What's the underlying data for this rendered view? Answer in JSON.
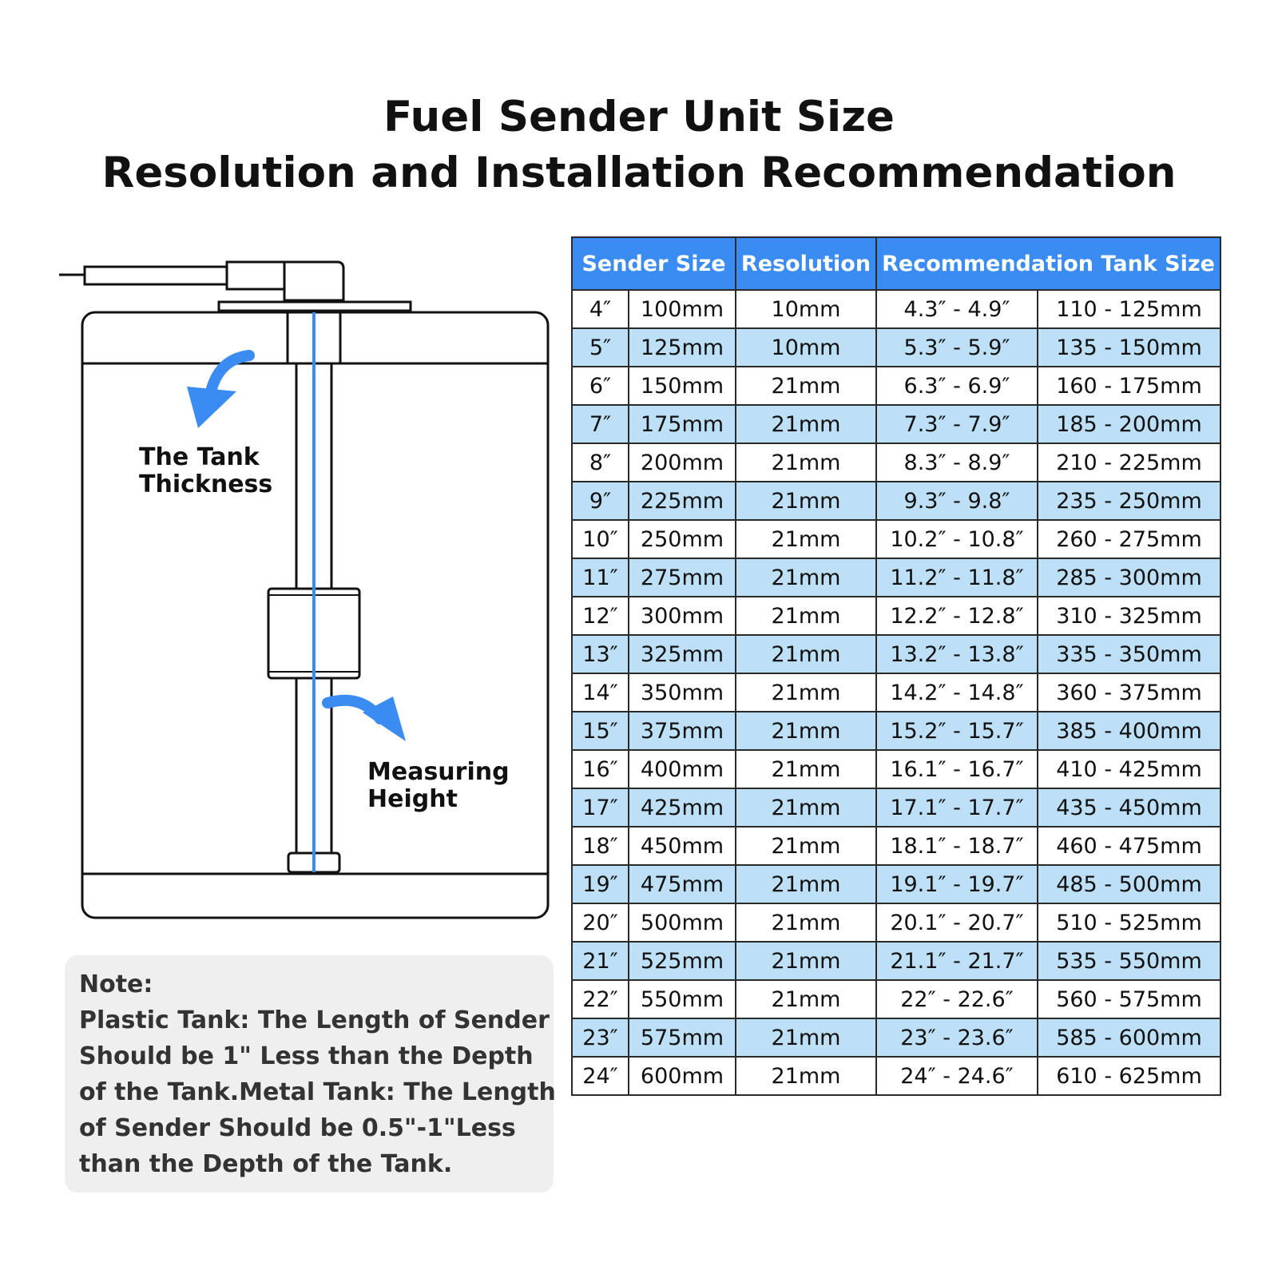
{
  "title": {
    "line1": "Fuel Sender Unit Size",
    "line2": "Resolution and Installation Recommendation"
  },
  "colors": {
    "accent": "#3a8cf2",
    "row_highlight": "#bde0f7",
    "note_background": "#efefef"
  },
  "diagram": {
    "tank_thickness_label_line1": "The Tank",
    "tank_thickness_label_line2": "Thickness",
    "measuring_height_label_line1": "Measuring",
    "measuring_height_label_line2": "Height"
  },
  "note": {
    "heading": "Note:",
    "lines": [
      "Plastic Tank: The Length of Sender",
      "Should be 1\" Less than the Depth",
      "of the Tank.Metal Tank: The Length",
      "of Sender Should be 0.5\"-1\"Less",
      "than the Depth of the Tank."
    ]
  },
  "table": {
    "headers": {
      "sender_size": "Sender Size",
      "resolution": "Resolution",
      "recommendation": "Recommendation Tank Size"
    },
    "rows": [
      [
        "4″",
        "100mm",
        "10mm",
        "4.3″ - 4.9″",
        "110 - 125mm"
      ],
      [
        "5″",
        "125mm",
        "10mm",
        "5.3″ - 5.9″",
        "135 - 150mm"
      ],
      [
        "6″",
        "150mm",
        "21mm",
        "6.3″ - 6.9″",
        "160 - 175mm"
      ],
      [
        "7″",
        "175mm",
        "21mm",
        "7.3″ - 7.9″",
        "185 - 200mm"
      ],
      [
        "8″",
        "200mm",
        "21mm",
        "8.3″ - 8.9″",
        "210 - 225mm"
      ],
      [
        "9″",
        "225mm",
        "21mm",
        "9.3″ - 9.8″",
        "235 - 250mm"
      ],
      [
        "10″",
        "250mm",
        "21mm",
        "10.2″ - 10.8″",
        "260 - 275mm"
      ],
      [
        "11″",
        "275mm",
        "21mm",
        "11.2″ - 11.8″",
        "285 - 300mm"
      ],
      [
        "12″",
        "300mm",
        "21mm",
        "12.2″ - 12.8″",
        "310 - 325mm"
      ],
      [
        "13″",
        "325mm",
        "21mm",
        "13.2″ - 13.8″",
        "335 - 350mm"
      ],
      [
        "14″",
        "350mm",
        "21mm",
        "14.2″ - 14.8″",
        "360 - 375mm"
      ],
      [
        "15″",
        "375mm",
        "21mm",
        "15.2″ - 15.7″",
        "385 - 400mm"
      ],
      [
        "16″",
        "400mm",
        "21mm",
        "16.1″ - 16.7″",
        "410 - 425mm"
      ],
      [
        "17″",
        "425mm",
        "21mm",
        "17.1″ - 17.7″",
        "435 - 450mm"
      ],
      [
        "18″",
        "450mm",
        "21mm",
        "18.1″ - 18.7″",
        "460 - 475mm"
      ],
      [
        "19″",
        "475mm",
        "21mm",
        "19.1″ - 19.7″",
        "485 - 500mm"
      ],
      [
        "20″",
        "500mm",
        "21mm",
        "20.1″ - 20.7″",
        "510 - 525mm"
      ],
      [
        "21″",
        "525mm",
        "21mm",
        "21.1″ - 21.7″",
        "535 - 550mm"
      ],
      [
        "22″",
        "550mm",
        "21mm",
        "22″ - 22.6″",
        "560 - 575mm"
      ],
      [
        "23″",
        "575mm",
        "21mm",
        "23″ - 23.6″",
        "585 - 600mm"
      ],
      [
        "24″",
        "600mm",
        "21mm",
        "24″ - 24.6″",
        "610 - 625mm"
      ]
    ]
  }
}
